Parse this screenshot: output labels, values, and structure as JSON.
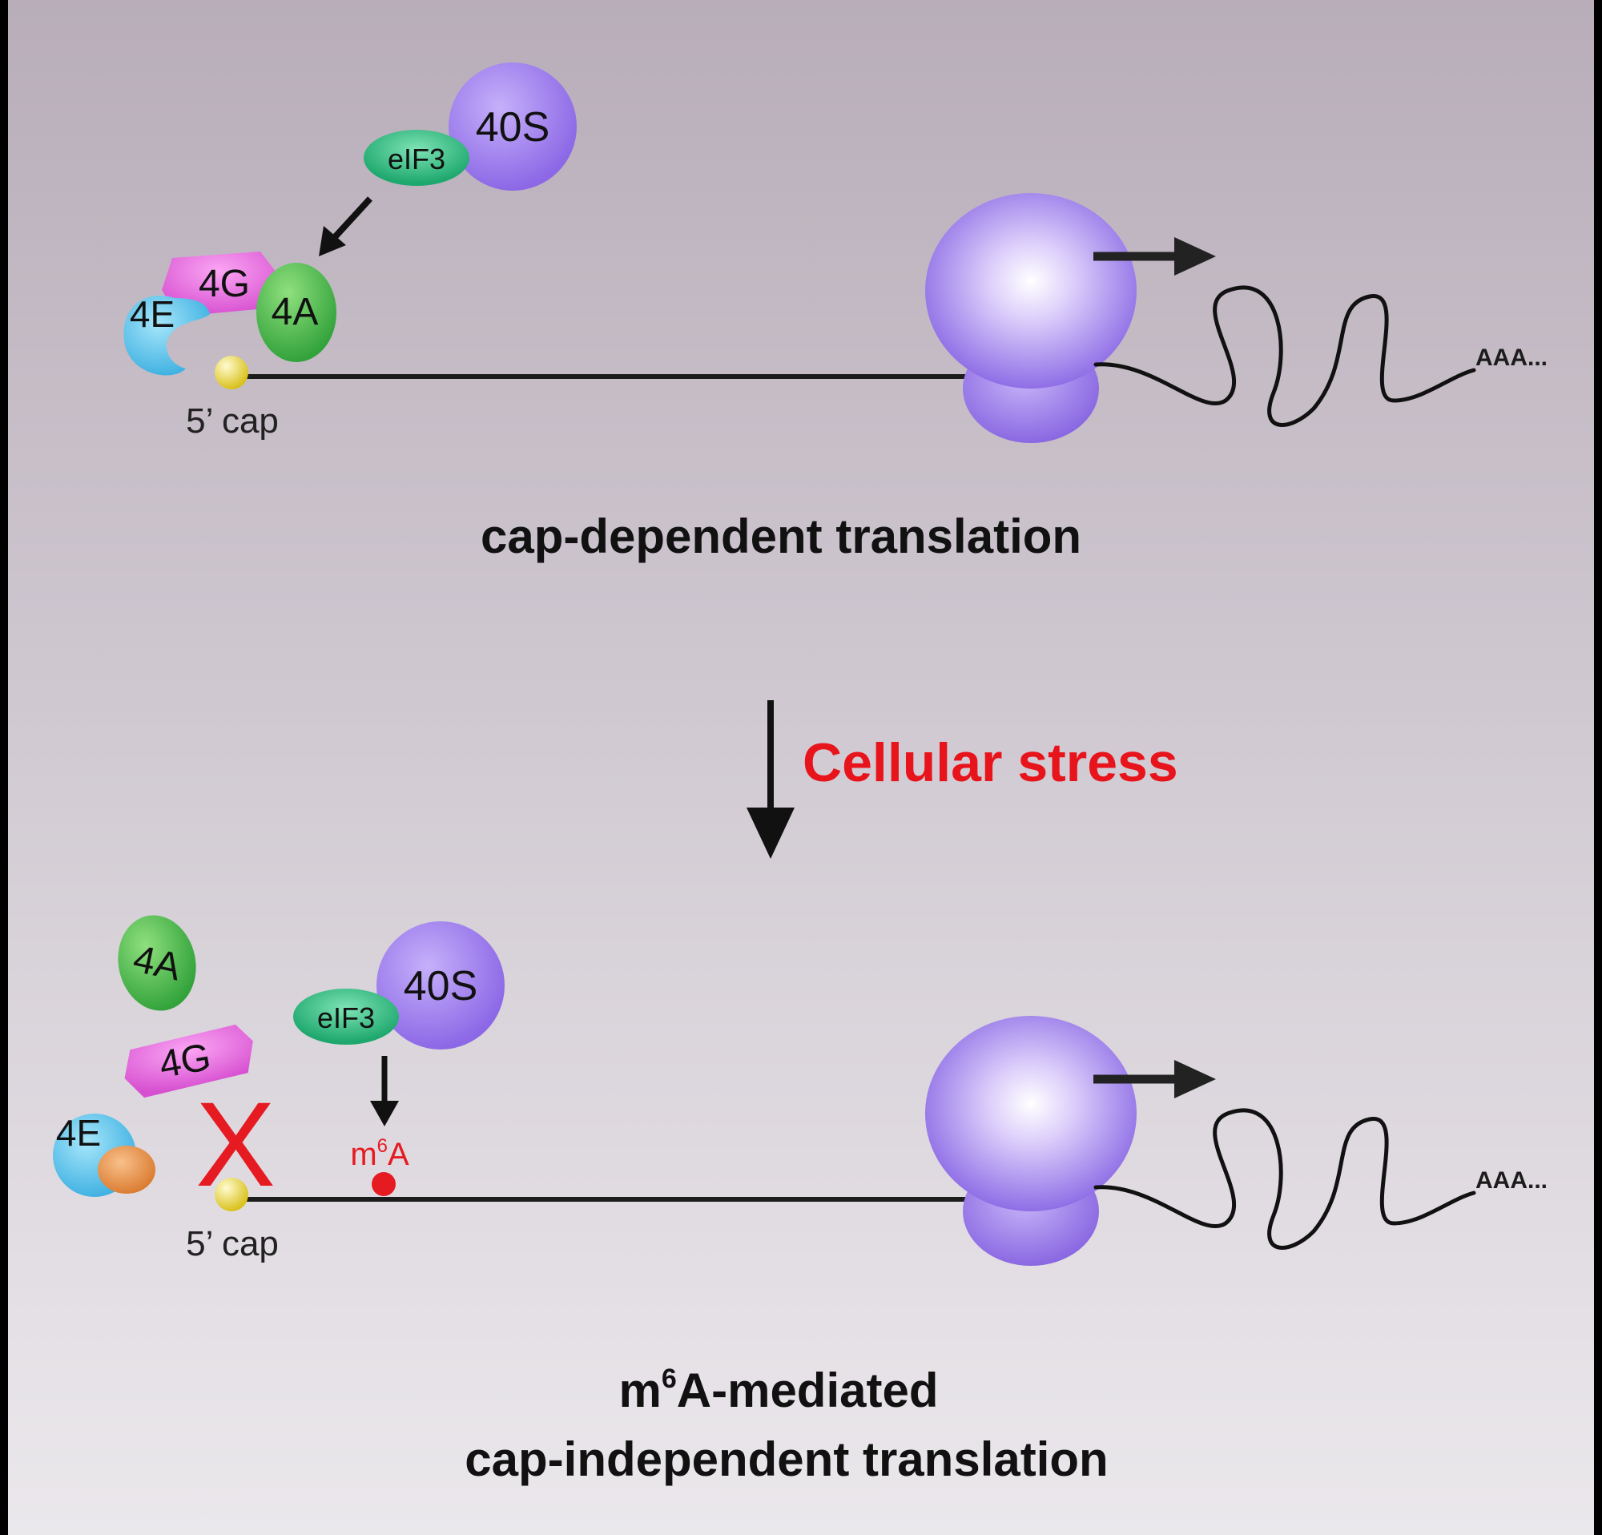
{
  "top_panel": {
    "title": "cap-dependent translation",
    "subunit_40s": "40S",
    "eif3": "eIF3",
    "factor_4g": "4G",
    "factor_4e": "4E",
    "factor_4a": "4A",
    "cap_label": "5’ cap",
    "poly_a": "AAA..."
  },
  "transition": {
    "label": "Cellular stress"
  },
  "bottom_panel": {
    "title_prefix": "m",
    "title_superscript": "6",
    "title_suffix": "A-mediated",
    "title_line2": "cap-independent translation",
    "subunit_40s": "40S",
    "eif3": "eIF3",
    "factor_4g": "4G",
    "factor_4e": "4E",
    "factor_4a": "4A",
    "cap_label": "5’ cap",
    "poly_a": "AAA...",
    "m6a_prefix": "m",
    "m6a_superscript": "6",
    "m6a_suffix": "A",
    "block_mark": "X"
  },
  "colors": {
    "ribosome": "#a98af0",
    "eif3": "#2fc184",
    "factor_4g": "#ec6fe4",
    "factor_4e": "#4fc0e8",
    "factor_4a": "#4fbb4a",
    "cap": "#f2e040",
    "m6a": "#e8202a",
    "stress_text": "#e8141c",
    "orange_protein": "#e88a3a"
  }
}
